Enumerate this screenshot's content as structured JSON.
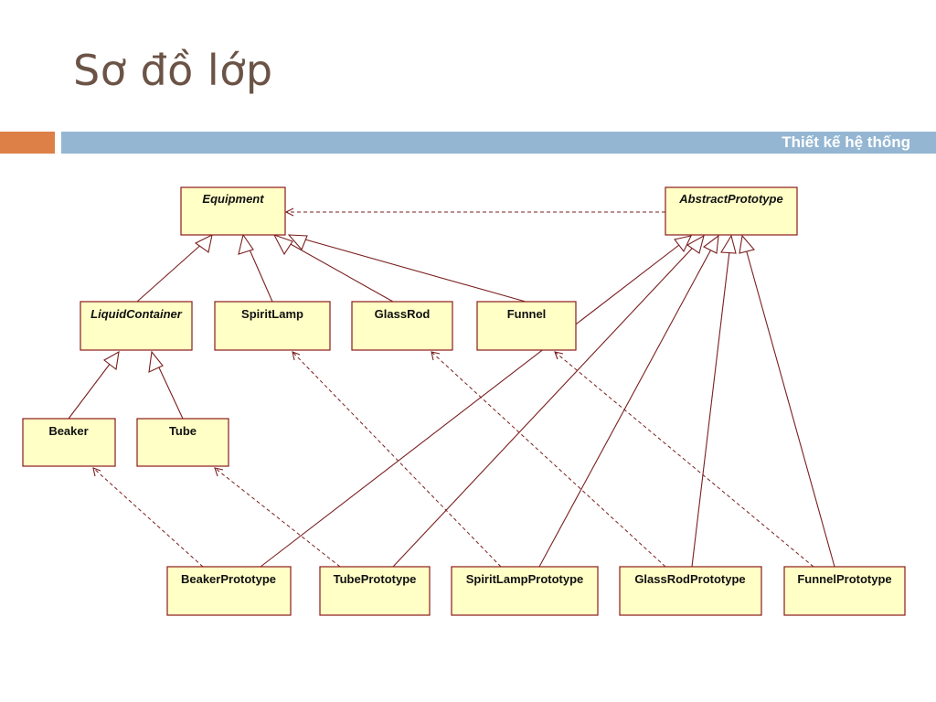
{
  "slide": {
    "title": "Sơ đồ lớp",
    "banner": "Thiết kế hệ thống"
  },
  "colors": {
    "title": "#6b5346",
    "banner_orange": "#dd8047",
    "banner_blue": "#94b6d2",
    "class_fill": "#ffffc6",
    "class_border": "#8b1a1a"
  },
  "diagram": {
    "classes": {
      "equipment": "Equipment",
      "abstract_prototype": "AbstractPrototype",
      "liquid_container": "LiquidContainer",
      "spirit_lamp": "SpiritLamp",
      "glass_rod": "GlassRod",
      "funnel": "Funnel",
      "beaker": "Beaker",
      "tube": "Tube",
      "beaker_prototype": "BeakerPrototype",
      "tube_prototype": "TubePrototype",
      "spirit_lamp_prototype": "SpiritLampPrototype",
      "glass_rod_prototype": "GlassRodPrototype",
      "funnel_prototype": "FunnelPrototype"
    },
    "abstract_classes": [
      "Equipment",
      "AbstractPrototype",
      "LiquidContainer"
    ]
  }
}
